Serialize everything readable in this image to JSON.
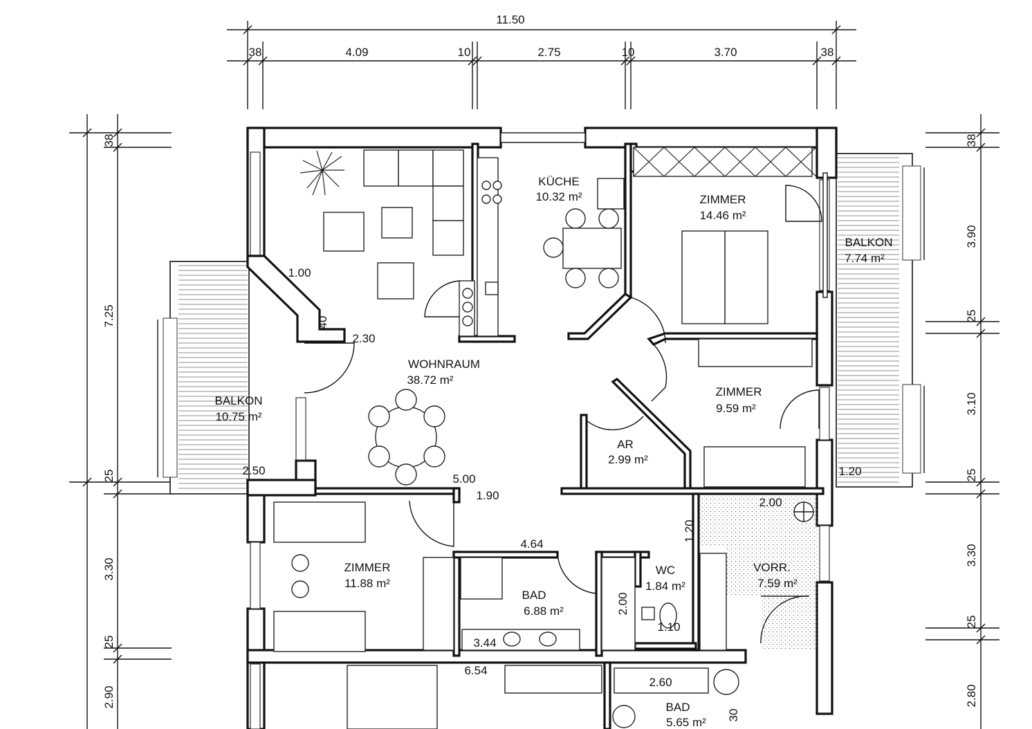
{
  "dims_top": {
    "total": "11.50",
    "segments": [
      "38",
      "4.09",
      "10",
      "2.75",
      "10",
      "3.70",
      "38"
    ]
  },
  "dims_left": {
    "total": "7.25",
    "segments": [
      "38",
      "25",
      "3.30",
      "25",
      "2.90"
    ]
  },
  "dims_right": {
    "segments": [
      "38",
      "3.90",
      "25",
      "3.10",
      "25",
      "3.30",
      "25",
      "2.80"
    ]
  },
  "rooms": [
    {
      "name": "KÜCHE",
      "area": "10.32 m²"
    },
    {
      "name": "ZIMMER",
      "area": "14.46 m²"
    },
    {
      "name": "BALKON",
      "area": "7.74 m²"
    },
    {
      "name": "WOHNRAUM",
      "area": "38.72 m²"
    },
    {
      "name": "BALKON",
      "area": "10.75 m²"
    },
    {
      "name": "ZIMMER",
      "area": "9.59 m²"
    },
    {
      "name": "AR",
      "area": "2.99 m²"
    },
    {
      "name": "ZIMMER",
      "area": "11.88 m²"
    },
    {
      "name": "BAD",
      "area": "6.88 m²"
    },
    {
      "name": "WC",
      "area": "1.84 m²"
    },
    {
      "name": "VORR.",
      "area": "7.59 m²"
    },
    {
      "name": "BAD",
      "area": "5.65 m²"
    }
  ],
  "inner_dims": [
    "1.00",
    "40",
    "2.30",
    "2.50",
    "5.00",
    "1.90",
    "4.64",
    "3.44",
    "6.54",
    "2.00",
    "1.10",
    "1.20",
    "2.00",
    "1.20",
    "2.60",
    "30"
  ]
}
